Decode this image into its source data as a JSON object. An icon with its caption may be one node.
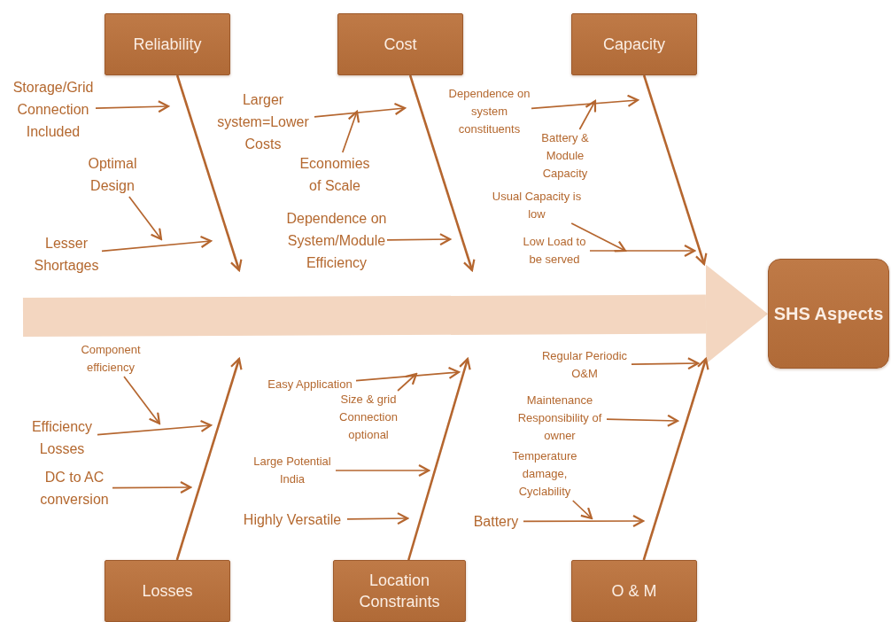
{
  "diagram": {
    "nodes": [
      {
        "text": [
          "Reliability"
        ]
      },
      {
        "text": [
          "Cost"
        ]
      },
      {
        "text": [
          "Capacity"
        ]
      },
      {
        "text": [
          "SHS Aspects"
        ]
      },
      {
        "text": [
          "Storage/Grid Connection Included"
        ]
      },
      {
        "text": [
          "Larger system=Lower Costs"
        ]
      },
      {
        "text": [
          "Dependence on system constituents"
        ]
      },
      {
        "text": [
          "Battery & Module Capacity"
        ]
      },
      {
        "text": [
          "Economies of Scale"
        ]
      },
      {
        "text": [
          "Optimal Design"
        ]
      },
      {
        "text": [
          "Usual Capacity is low"
        ]
      },
      {
        "text": [
          "Dependence on System/Module Efficiency"
        ]
      },
      {
        "text": [
          "Lesser Shortages"
        ]
      },
      {
        "text": [
          "Low Load to be served"
        ]
      },
      {
        "text": [
          "Component efficiency"
        ]
      },
      {
        "text": [
          "Regular Periodic O&M"
        ]
      },
      {
        "text": [
          "Easy Application"
        ]
      },
      {
        "text": [
          "Size & grid Connection optional"
        ]
      },
      {
        "text": [
          "Maintenance Responsibility of owner"
        ]
      },
      {
        "text": [
          "Efficiency Losses"
        ]
      },
      {
        "text": [
          "Large Potential India"
        ]
      },
      {
        "text": [
          "Temperature damage, Cyclability"
        ]
      },
      {
        "text": [
          "DC to AC conversion"
        ]
      },
      {
        "text": [
          "Highly Versatile"
        ]
      },
      {
        "text": [
          "Battery"
        ]
      },
      {
        "text": [
          "Losses"
        ]
      },
      {
        "text": [
          "Location Constraints"
        ]
      },
      {
        "text": [
          "O & M"
        ]
      }
    ],
    "edges": [
      {
        "from": null,
        "to": 3,
        "arrow": "to",
        "style": "thick",
        "color": "#f3d6c0"
      },
      {
        "from": 0,
        "to": null,
        "arrow": "to"
      },
      {
        "from": 1,
        "to": null,
        "arrow": "to"
      },
      {
        "from": 2,
        "to": null,
        "arrow": "to"
      },
      {
        "from": 25,
        "to": null,
        "arrow": "to"
      },
      {
        "from": 26,
        "to": null,
        "arrow": "to"
      },
      {
        "from": 27,
        "to": null,
        "arrow": "to"
      },
      {
        "from": 4,
        "to": null,
        "arrow": "to"
      },
      {
        "from": 5,
        "to": null,
        "arrow": "to"
      },
      {
        "from": 8,
        "to": null,
        "arrow": "to"
      },
      {
        "from": 9,
        "to": null,
        "arrow": "to"
      },
      {
        "from": 12,
        "to": null,
        "arrow": "to"
      },
      {
        "from": 11,
        "to": null,
        "arrow": "to"
      },
      {
        "from": 6,
        "to": null,
        "arrow": "to"
      },
      {
        "from": 7,
        "to": null,
        "arrow": "to"
      },
      {
        "from": 10,
        "to": null,
        "arrow": "to"
      },
      {
        "from": 13,
        "to": null,
        "arrow": "to"
      },
      {
        "from": 14,
        "to": null,
        "arrow": "to"
      },
      {
        "from": 19,
        "to": null,
        "arrow": "to"
      },
      {
        "from": 22,
        "to": null,
        "arrow": "to"
      },
      {
        "from": 16,
        "to": null,
        "arrow": "to"
      },
      {
        "from": 17,
        "to": null,
        "arrow": "to"
      },
      {
        "from": 20,
        "to": null,
        "arrow": "to"
      },
      {
        "from": 23,
        "to": null,
        "arrow": "to"
      },
      {
        "from": 15,
        "to": null,
        "arrow": "to"
      },
      {
        "from": 18,
        "to": null,
        "arrow": "to"
      },
      {
        "from": 21,
        "to": null,
        "arrow": "to"
      },
      {
        "from": 24,
        "to": null,
        "arrow": "to"
      }
    ]
  }
}
